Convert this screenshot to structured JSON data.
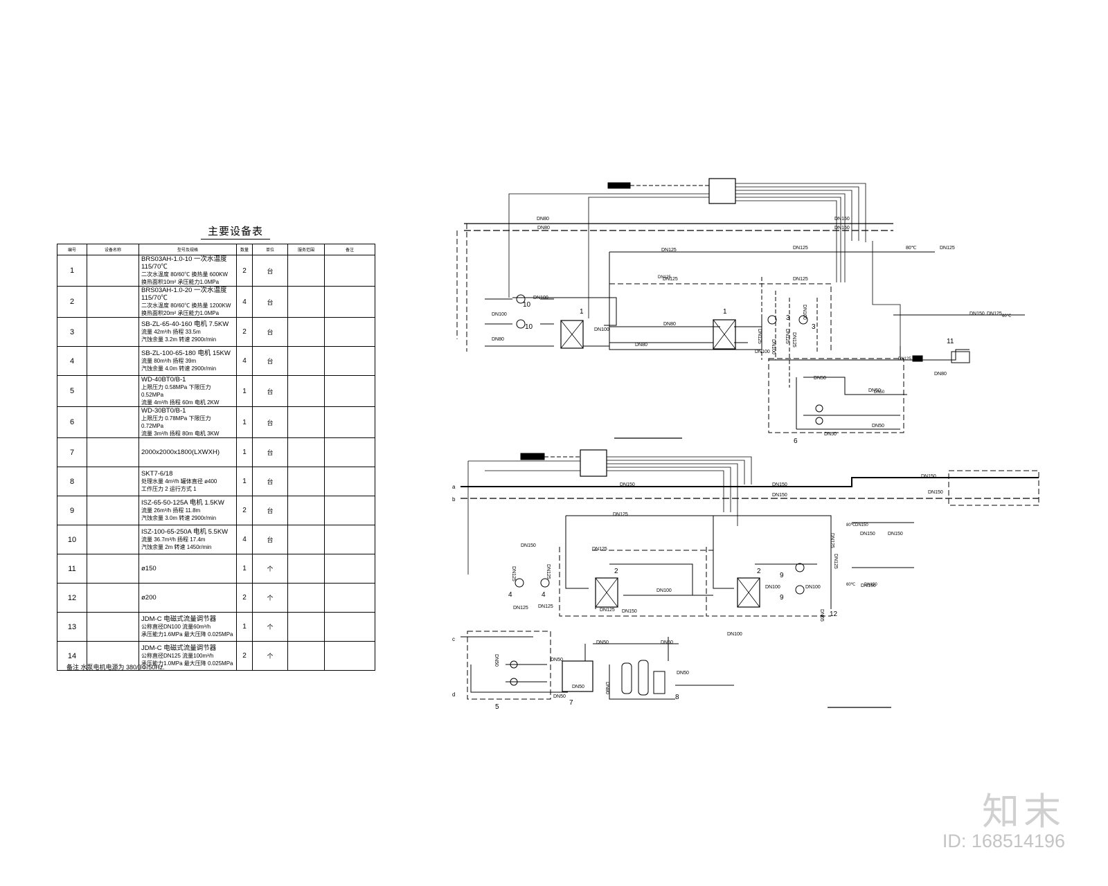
{
  "table": {
    "title": "主要设备表",
    "headers": [
      "编号",
      "设备名称",
      "型号及规格",
      "数量",
      "单位",
      "服务范围",
      "备注"
    ],
    "rows": [
      {
        "no": "1",
        "spec": [
          "BRS03AH-1.0-10  一次水温度115/70℃",
          "二次水温度 80/60℃ 换热量 600KW",
          "换热面积10m²  承压能力1.0MPa"
        ],
        "qty": "2",
        "unit": "台"
      },
      {
        "no": "2",
        "spec": [
          "BRS03AH-1.0-20  一次水温度115/70℃",
          "二次水温度 80/60℃ 换热量 1200KW",
          "换热面积20m²  承压能力1.0MPa"
        ],
        "qty": "4",
        "unit": "台"
      },
      {
        "no": "3",
        "spec": [
          "SB-ZL-65-40-160   电机 7.5KW",
          "流量 42m³/h  扬程 33.5m",
          "汽蚀余量 3.2m  转速 2900r/min"
        ],
        "qty": "2",
        "unit": "台"
      },
      {
        "no": "4",
        "spec": [
          "SB-ZL-100-65-180  电机 15KW",
          "流量 80m³/h  扬程 39m",
          "汽蚀余量 4.0m  转速 2900r/min"
        ],
        "qty": "4",
        "unit": "台"
      },
      {
        "no": "5",
        "spec": [
          "WD-40BT0/B-1",
          "上限压力 0.58MPa  下限压力 0.52MPa",
          "流量 4m³/h  扬程 60m  电机 2KW"
        ],
        "qty": "1",
        "unit": "台"
      },
      {
        "no": "6",
        "spec": [
          "WD-30BT0/B-1",
          "上限压力 0.78MPa  下限压力 0.72MPa",
          "流量 3m³/h  扬程 80m  电机 3KW"
        ],
        "qty": "1",
        "unit": "台"
      },
      {
        "no": "7",
        "spec": [
          "2000x2000x1800(LXWXH)"
        ],
        "qty": "1",
        "unit": "台"
      },
      {
        "no": "8",
        "spec": [
          "SKT7-6/18",
          "处理水量 4m³/h  罐体直径 ø400",
          "工作压力 2  运行方式 1"
        ],
        "qty": "1",
        "unit": "台"
      },
      {
        "no": "9",
        "spec": [
          "ISZ-65-50-125A    电机 1.5KW",
          "流量 26m³/h  扬程 11.8m",
          "汽蚀余量 3.0m  转速 2900r/min"
        ],
        "qty": "2",
        "unit": "台"
      },
      {
        "no": "10",
        "spec": [
          "ISZ-100-65-250A   电机 5.5KW",
          "流量 36.7m³/h  扬程 17.4m",
          "汽蚀余量 2m  转速 1450r/min"
        ],
        "qty": "4",
        "unit": "台"
      },
      {
        "no": "11",
        "spec": [
          "ø150"
        ],
        "qty": "1",
        "unit": "个"
      },
      {
        "no": "12",
        "spec": [
          "ø200"
        ],
        "qty": "2",
        "unit": "个"
      },
      {
        "no": "13",
        "spec": [
          "JDM-C  电磁式流量调节器",
          "公称直径DN100  流量60m³/h",
          "承压能力1.6MPa  最大压降 0.025MPa"
        ],
        "qty": "1",
        "unit": "个"
      },
      {
        "no": "14",
        "spec": [
          "JDM-C  电磁式流量调节器",
          "公称直径DN125  流量100m³/h",
          "承压能力1.0MPa  最大压降 0.025MPa"
        ],
        "qty": "2",
        "unit": "个"
      }
    ],
    "note": "备注  水泵电机电源为 380/3Φ/50Hz."
  },
  "diagram": {
    "upper_pipe_labels": [
      "DN80",
      "DN80",
      "DN150",
      "DN150",
      "DN125",
      "DN125",
      "80℃",
      "DN125",
      "DN125",
      "DN100",
      "DN100",
      "DN80",
      "DN80",
      "DN80",
      "DN100",
      "DN100",
      "DN150",
      "DN125",
      "DN100",
      "DN100",
      "DN50",
      "DN50",
      "DN50",
      "DN50",
      "DN80",
      "DN125",
      "DN125",
      "DN125",
      "DN125"
    ],
    "upper_flow_labels": [
      "DN125",
      "60℃",
      "DN125",
      "DN50"
    ],
    "lower_pipe_labels": [
      "DN150",
      "DN150",
      "DN150",
      "DN150",
      "DN125",
      "DN125",
      "DN150",
      "DN125",
      "DN125",
      "DN100",
      "DN150",
      "DN100",
      "DN100",
      "DN150",
      "DN100",
      "DN125",
      "DN125",
      "DN125",
      "DN125",
      "DN125",
      "DN150",
      "DN50",
      "DN50",
      "DN50",
      "DN50",
      "DN50",
      "DN50",
      "DN50",
      "DN80",
      "DN65",
      "DN150",
      "DN150"
    ],
    "lower_flow_labels": [
      "80℃",
      "DN150",
      "60℃",
      "DN150"
    ],
    "equipment_tags": [
      "1",
      "1",
      "10",
      "10",
      "3",
      "3",
      "6",
      "11",
      "2",
      "2",
      "4",
      "4",
      "9",
      "9",
      "12",
      "5",
      "7",
      "8"
    ],
    "letter_tags": [
      "a",
      "b",
      "c",
      "d"
    ]
  },
  "watermark": {
    "logo": "知末",
    "id": "ID: 168514196"
  }
}
